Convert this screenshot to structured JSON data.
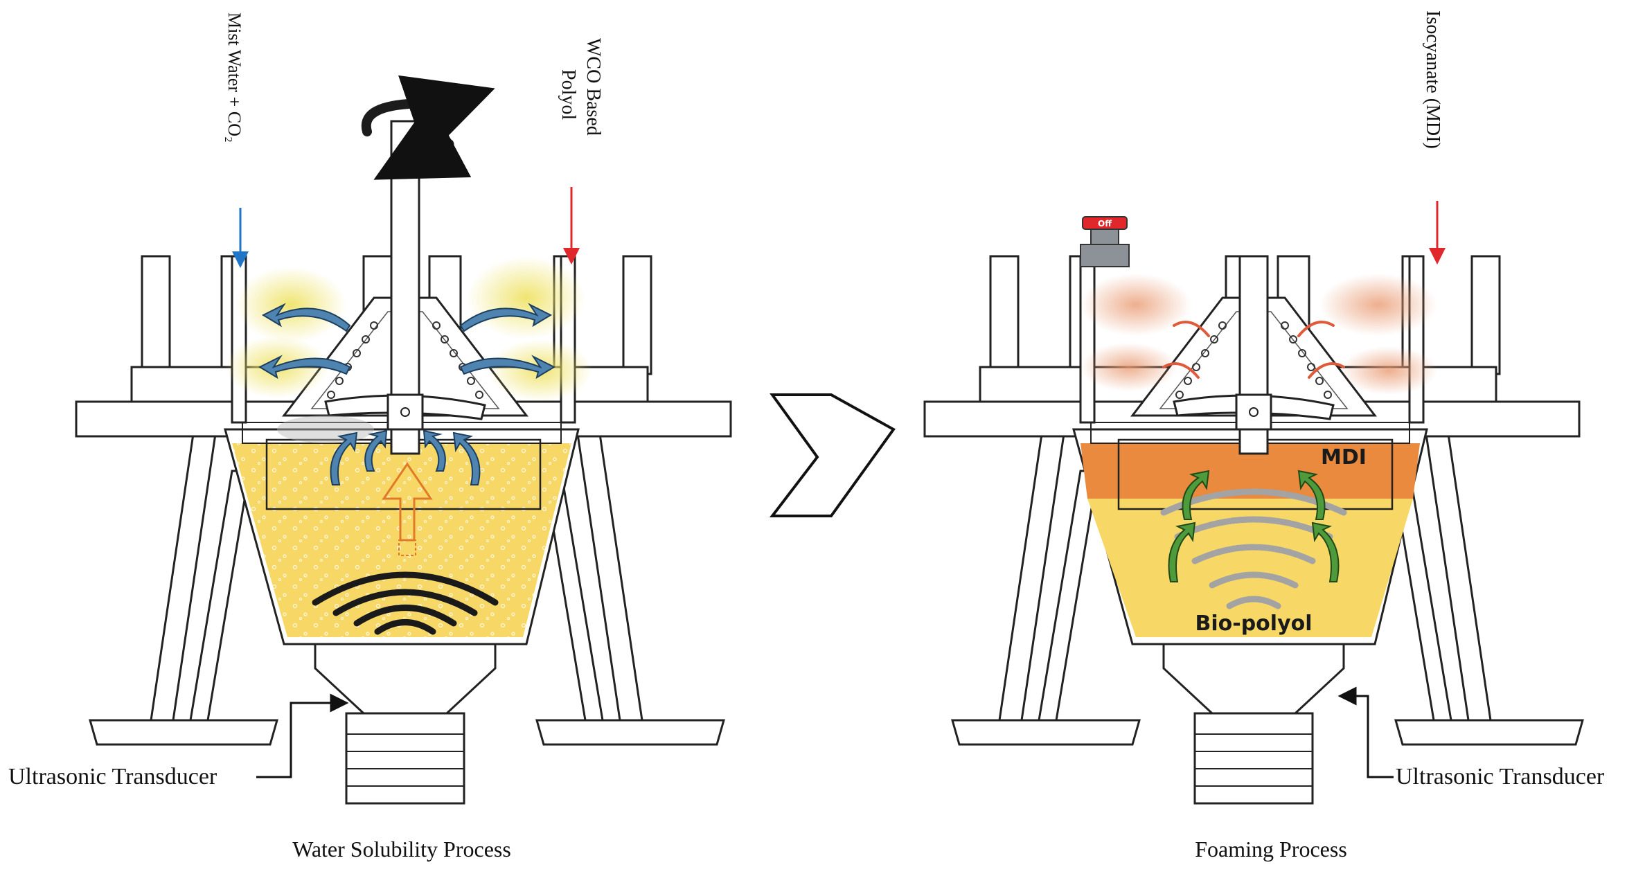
{
  "left_panel": {
    "input_water": "Mist Water + CO₂",
    "input_polyol_line1": "WCO Based",
    "input_polyol_line2": "Polyol",
    "transducer_label": "Ultrasonic Transducer",
    "caption": "Water Solubility Process"
  },
  "right_panel": {
    "input_isocyanate": "Isocyanate (MDI)",
    "switch_label": "Off",
    "mdi_label": "MDI",
    "biopolyol_label": "Bio-polyol",
    "transducer_label": "Ultrasonic Transducer",
    "caption": "Foaming Process"
  },
  "colors": {
    "polyol_yellow": "#f7d867",
    "mdi_orange": "#e98a3f",
    "water_arrow": "#1f76c9",
    "polyol_arrow": "#e0272b",
    "blue_arrow": "#4f83b0",
    "green_arrow": "#4f9a3a",
    "red_arrow": "#e05a3a",
    "switch_red": "#e0272b",
    "switch_grey": "#8d9299"
  }
}
